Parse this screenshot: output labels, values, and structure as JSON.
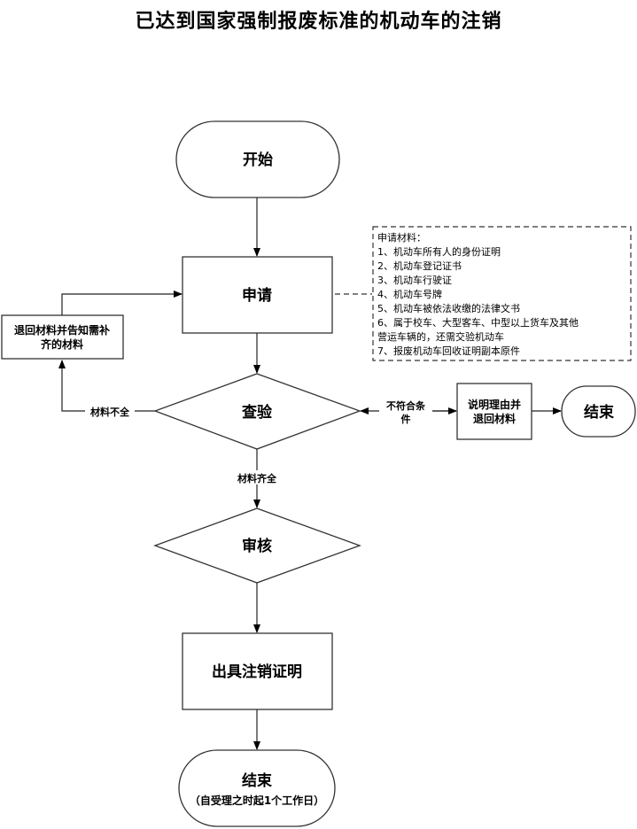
{
  "title": "已达到国家强制报废标准的机动车的注销",
  "nodes": {
    "start": "开始",
    "apply": "申请",
    "inspect": "查验",
    "review": "审核",
    "issue": "出具注销证明",
    "return_line1": "退回材料并告知需补",
    "return_line2": "齐的材料",
    "reject_line1": "说明理由并",
    "reject_line2": "退回材料",
    "end_right": "结束",
    "end_bottom": "结束",
    "end_bottom_note": "（自受理之时起1个工作日）"
  },
  "edge_labels": {
    "incomplete": "材料不全",
    "complete": "材料齐全",
    "not_qualified_line1": "不符合条",
    "not_qualified_line2": "件"
  },
  "materials": {
    "heading": "申请材料：",
    "lines": [
      "1、机动车所有人的身份证明",
      "2、机动车登记证书",
      "3、机动车行驶证",
      "4、机动车号牌",
      "5、机动车被依法收缴的法律文书",
      "6、属于校车、大型客车、中型以上货车及其他",
      "营运车辆的，还需交验机动车",
      "7、报废机动车回收证明副本原件"
    ]
  }
}
